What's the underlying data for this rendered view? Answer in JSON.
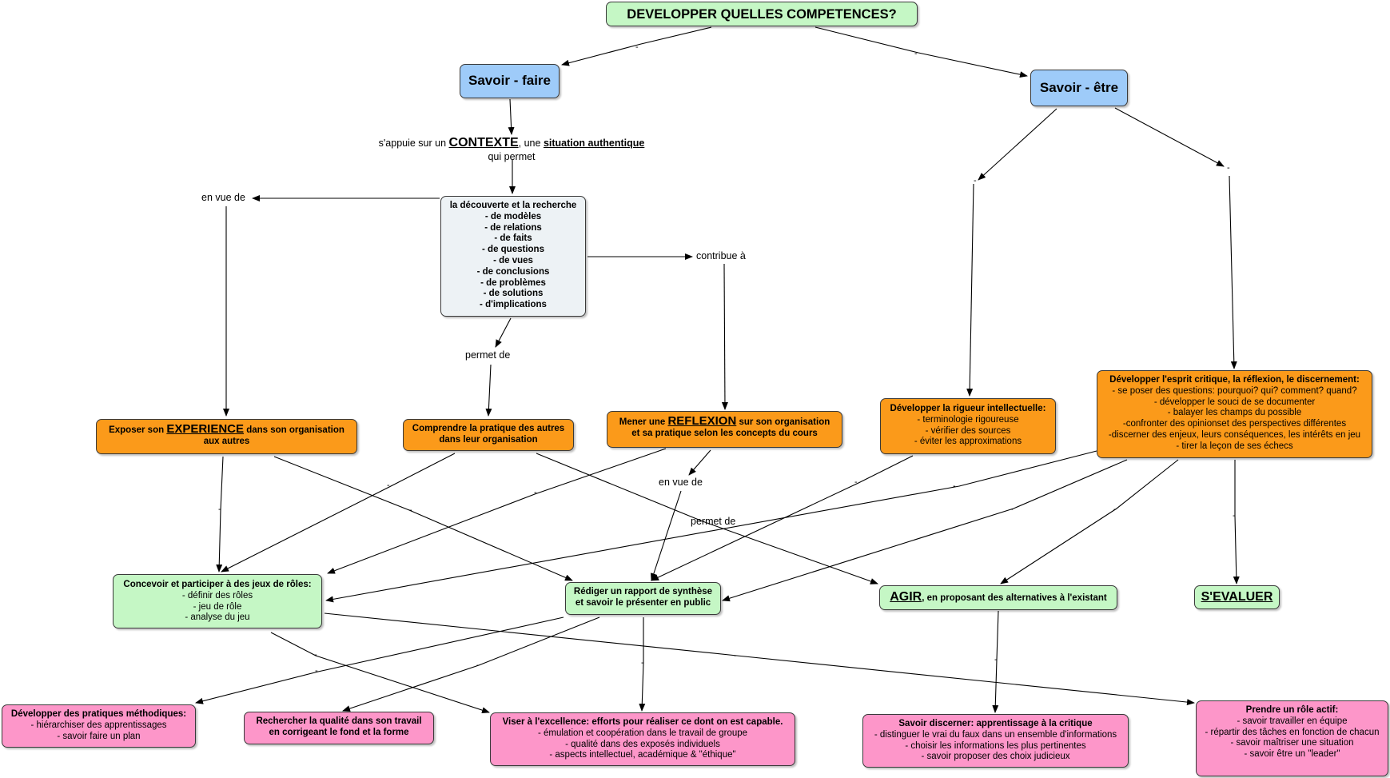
{
  "root": {
    "label": "DEVELOPPER QUELLES COMPETENCES?"
  },
  "savoir_faire": {
    "label": "Savoir - faire"
  },
  "savoir_etre": {
    "label": "Savoir - être"
  },
  "contexte": {
    "pre": "s'appuie sur un ",
    "big": "CONTEXTE",
    "mid": ", une ",
    "link": "situation authentique",
    "line2": "qui permet"
  },
  "decouverte": {
    "title": "la découverte et la recherche",
    "items": [
      "- de modèles",
      "- de relations",
      "- de faits",
      "- de questions",
      "- de vues",
      "- de conclusions",
      "- de problèmes",
      "- de solutions",
      "- d'implications"
    ]
  },
  "labels": {
    "en_vue_de": "en vue de",
    "contribue_a": "contribue à",
    "permet_de": "permet de",
    "en_vue_de_2": "en vue de",
    "permet_de_2": "permet de",
    "dash": "-"
  },
  "experience": {
    "pre": "Exposer son ",
    "big": "EXPERIENCE",
    "post": " dans son organisation",
    "line2": "aux autres"
  },
  "comprendre": {
    "line1": "Comprendre la pratique des autres",
    "line2": "dans leur organisation"
  },
  "reflexion": {
    "pre": "Mener une ",
    "big": "REFLEXION",
    "post": " sur son organisation",
    "line2": "et sa pratique selon les concepts du cours"
  },
  "rigueur": {
    "title": "Développer la rigueur intellectuelle:",
    "items": [
      "- terminologie rigoureuse",
      "- vérifier des sources",
      "- éviter les approximations"
    ]
  },
  "esprit": {
    "title": "Développer l'esprit critique, la réflexion, le discernement:",
    "items": [
      "- se poser des questions: pourquoi? qui? comment? quand?",
      "- développer le souci de se documenter",
      "- balayer les champs du possible",
      "-confronter des opinionset des perspectives différentes",
      "-discerner des enjeux, leurs conséquences, les intérêts en jeu",
      "- tirer la leçon de ses échecs"
    ]
  },
  "concevoir": {
    "title": "Concevoir et participer à des jeux de rôles:",
    "items": [
      "- définir des rôles",
      "- jeu de rôle",
      "- analyse du jeu"
    ]
  },
  "rediger": {
    "line1": "Rédiger un rapport de synthèse",
    "line2": "et savoir le présenter en public"
  },
  "agir": {
    "big": "AGIR",
    "post": ", en proposant des alternatives à l'existant"
  },
  "evaluer": {
    "label": "S'EVALUER"
  },
  "pratiques": {
    "title": "Développer des pratiques méthodiques:",
    "items": [
      "- hiérarchiser des apprentissages",
      "- savoir faire un plan"
    ]
  },
  "qualite": {
    "line1": "Rechercher la qualité dans son travail",
    "line2": "en corrigeant le fond et la forme"
  },
  "excellence": {
    "title": "Viser à l'excellence: efforts pour réaliser ce dont on est capable.",
    "items": [
      "- émulation et coopération dans le travail de groupe",
      "- qualité dans des exposés individuels",
      "- aspects intellectuel, académique & \"éthique\""
    ]
  },
  "discerner": {
    "title": "Savoir discerner: apprentissage à la critique",
    "items": [
      "- distinguer le vrai du faux dans un ensemble d'informations",
      "- choisir les informations les plus pertinentes",
      "- savoir proposer des choix judicieux"
    ]
  },
  "role_actif": {
    "title": "Prendre un rôle actif:",
    "items": [
      "- savoir travailler en équipe",
      "- répartir des tâches en fonction de chacun",
      "- savoir maîtriser une situation",
      "- savoir être un \"leader\""
    ]
  }
}
